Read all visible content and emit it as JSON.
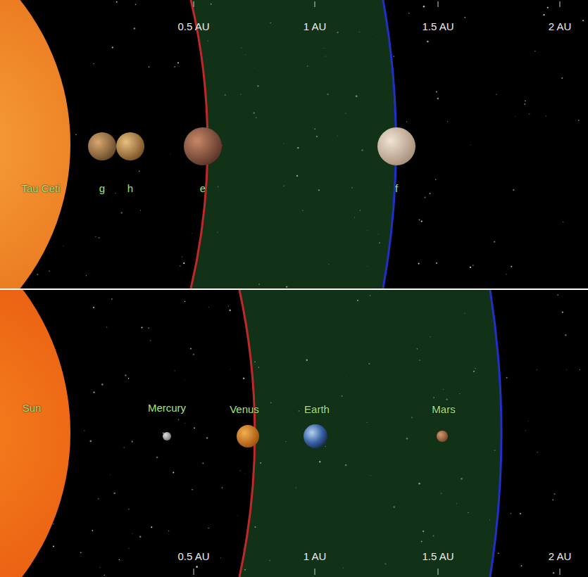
{
  "diagram": {
    "labels": [
      "0.5 AU",
      "1 AU",
      "1.5 AU",
      "2 AU",
      "Tau Ceti",
      "g",
      "h",
      "e",
      "f",
      "Sun",
      "Mercury",
      "Venus",
      "Earth",
      "Mars",
      "0.5 AU",
      "1 AU",
      "1.5 AU",
      "2 AU"
    ]
  }
}
